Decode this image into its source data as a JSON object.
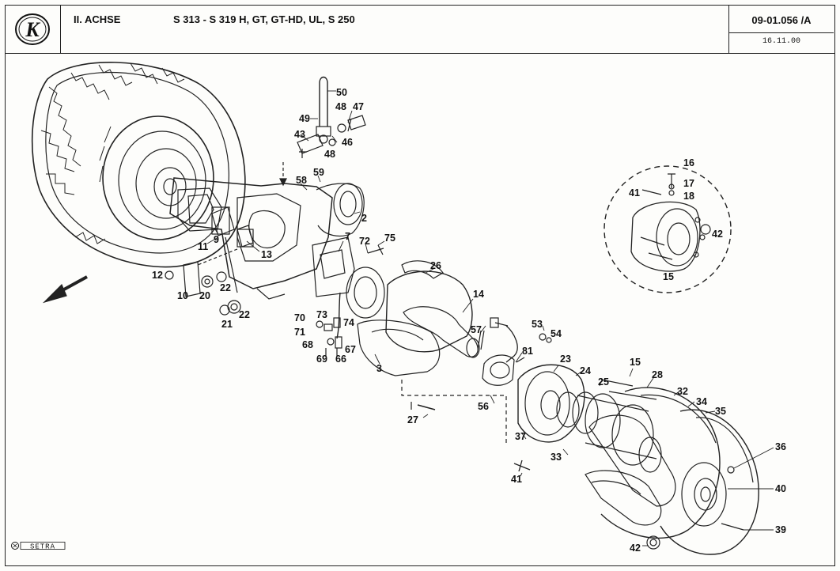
{
  "header": {
    "section": "II. ACHSE",
    "models": "S 313 - S 319 H, GT, GT-HD, UL, S 250",
    "doc_number": "09-01.056 /A",
    "date": "16.11.00",
    "logo_letter": "K"
  },
  "diagram": {
    "callouts": [
      {
        "id": "50",
        "text": "50"
      },
      {
        "id": "49",
        "text": "49"
      },
      {
        "id": "48a",
        "text": "48"
      },
      {
        "id": "47",
        "text": "47"
      },
      {
        "id": "46",
        "text": "46"
      },
      {
        "id": "43",
        "text": "43"
      },
      {
        "id": "48b",
        "text": "48"
      },
      {
        "id": "59",
        "text": "59"
      },
      {
        "id": "58",
        "text": "58"
      },
      {
        "id": "2",
        "text": "2"
      },
      {
        "id": "9",
        "text": "9"
      },
      {
        "id": "11",
        "text": "11"
      },
      {
        "id": "13",
        "text": "13"
      },
      {
        "id": "7",
        "text": "7"
      },
      {
        "id": "72",
        "text": "72"
      },
      {
        "id": "75",
        "text": "75"
      },
      {
        "id": "26",
        "text": "26"
      },
      {
        "id": "12",
        "text": "12"
      },
      {
        "id": "10",
        "text": "10"
      },
      {
        "id": "20",
        "text": "20"
      },
      {
        "id": "22a",
        "text": "22"
      },
      {
        "id": "21",
        "text": "21"
      },
      {
        "id": "22b",
        "text": "22"
      },
      {
        "id": "14",
        "text": "14"
      },
      {
        "id": "70",
        "text": "70"
      },
      {
        "id": "73",
        "text": "73"
      },
      {
        "id": "71",
        "text": "71"
      },
      {
        "id": "74",
        "text": "74"
      },
      {
        "id": "68",
        "text": "68"
      },
      {
        "id": "67",
        "text": "67"
      },
      {
        "id": "69",
        "text": "69"
      },
      {
        "id": "66",
        "text": "66"
      },
      {
        "id": "3",
        "text": "3"
      },
      {
        "id": "57",
        "text": "57"
      },
      {
        "id": "53",
        "text": "53"
      },
      {
        "id": "54",
        "text": "54"
      },
      {
        "id": "81",
        "text": "81"
      },
      {
        "id": "23",
        "text": "23"
      },
      {
        "id": "24",
        "text": "24"
      },
      {
        "id": "15a",
        "text": "15"
      },
      {
        "id": "28",
        "text": "28"
      },
      {
        "id": "25",
        "text": "25"
      },
      {
        "id": "56",
        "text": "56"
      },
      {
        "id": "32",
        "text": "32"
      },
      {
        "id": "34",
        "text": "34"
      },
      {
        "id": "35",
        "text": "35"
      },
      {
        "id": "27",
        "text": "27"
      },
      {
        "id": "37",
        "text": "37"
      },
      {
        "id": "33",
        "text": "33"
      },
      {
        "id": "36",
        "text": "36"
      },
      {
        "id": "41a",
        "text": "41"
      },
      {
        "id": "40",
        "text": "40"
      },
      {
        "id": "39",
        "text": "39"
      },
      {
        "id": "42a",
        "text": "42"
      },
      {
        "id": "16",
        "text": "16"
      },
      {
        "id": "17",
        "text": "17"
      },
      {
        "id": "41b",
        "text": "41"
      },
      {
        "id": "18",
        "text": "18"
      },
      {
        "id": "42b",
        "text": "42"
      },
      {
        "id": "15b",
        "text": "15"
      }
    ]
  },
  "footer": {
    "brand": "SETRA"
  },
  "colors": {
    "ink": "#111111",
    "paper": "#fdfdfb"
  }
}
